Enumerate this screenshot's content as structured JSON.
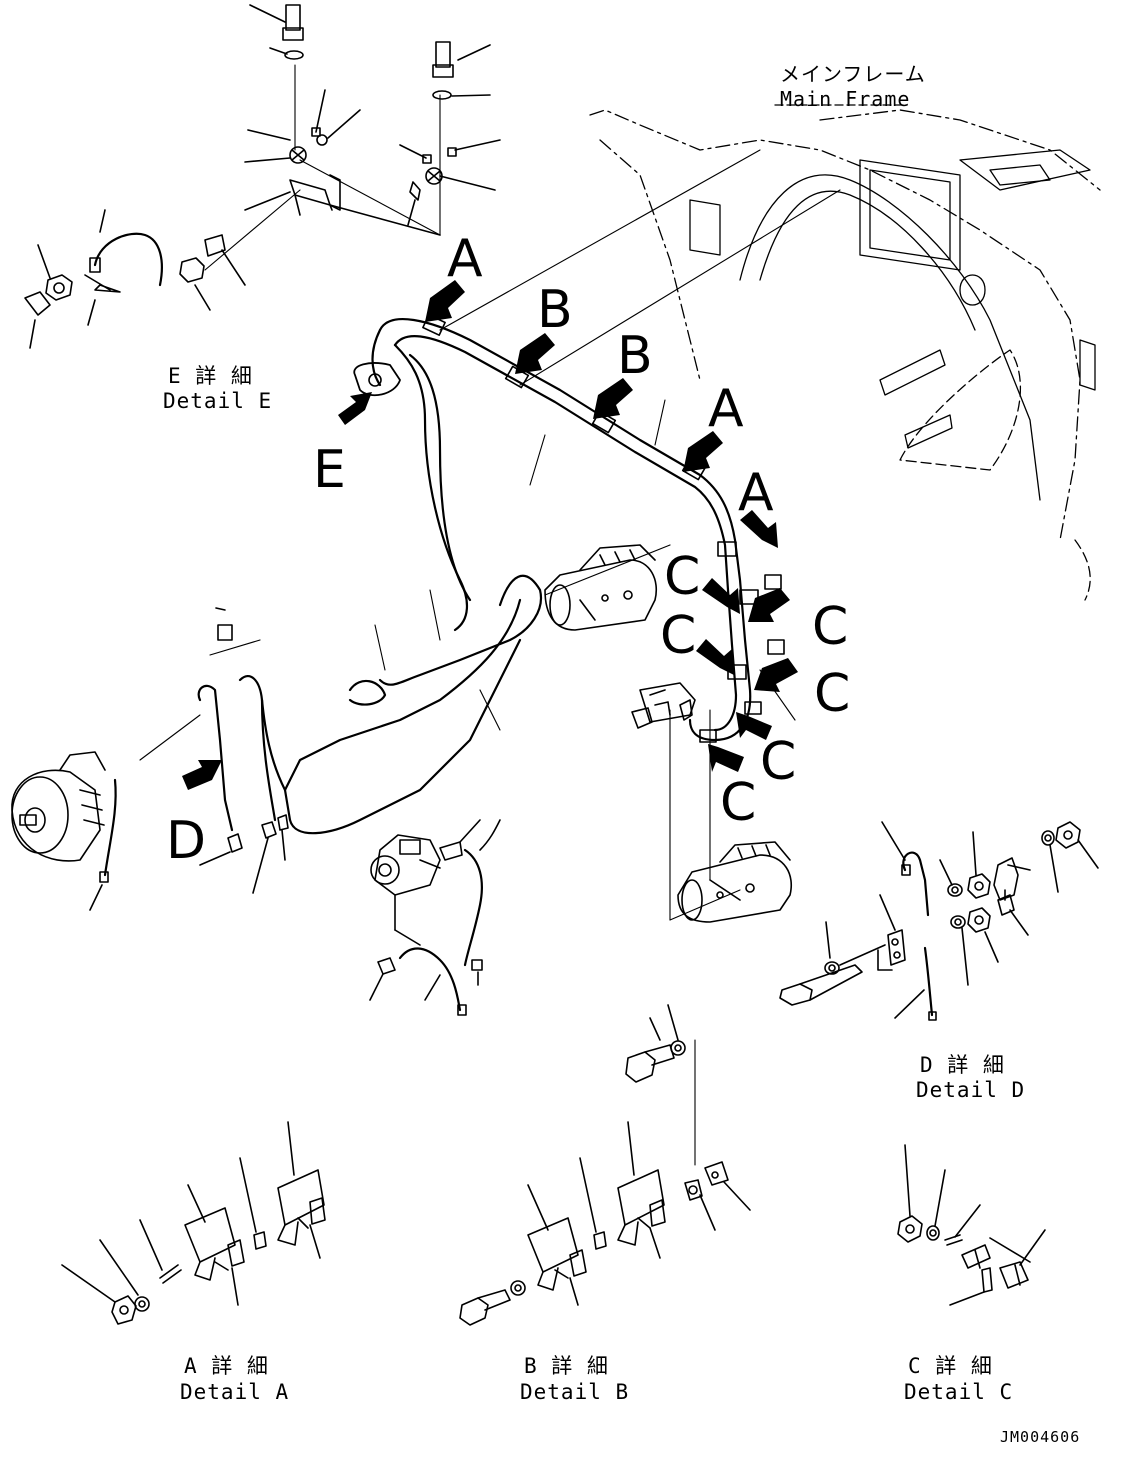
{
  "labels": {
    "main_frame_jp": "メインフレーム",
    "main_frame_en": "Main Frame",
    "detail_e_jp": "E 詳 細",
    "detail_e_en": "Detail E",
    "detail_d_jp": "D 詳 細",
    "detail_d_en": "Detail D",
    "detail_a_jp": "A 詳 細",
    "detail_a_en": "Detail A",
    "detail_b_jp": "B 詳 細",
    "detail_b_en": "Detail B",
    "detail_c_jp": "C 詳 細",
    "detail_c_en": "Detail C",
    "drawing_code": "JM004606"
  },
  "callouts": {
    "a": "A",
    "b": "B",
    "c": "C",
    "d": "D",
    "e": "E"
  }
}
